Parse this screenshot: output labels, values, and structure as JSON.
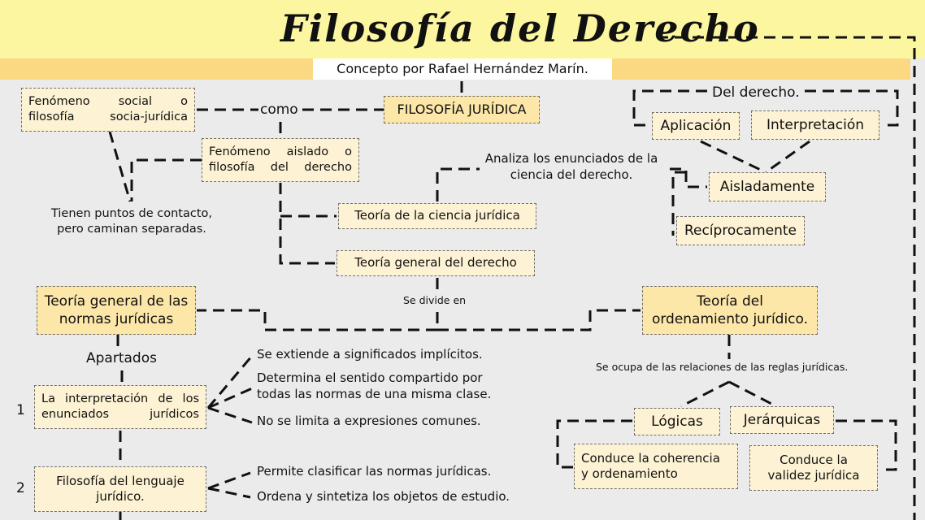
{
  "header": {
    "title": "Filosofía del Derecho",
    "subtitle": "Concepto por Rafael Hernández Marín."
  },
  "nodes": {
    "fenomeno_social": "Fenómeno social o filosofía socia-jurídica",
    "como": "como",
    "filosofia_juridica": "FILOSOFÍA JURÍDICA",
    "del_derecho": "Del derecho.",
    "aplicacion": "Aplicación",
    "interpretacion": "Interpretación",
    "fenomeno_aislado": "Fenómeno aislado o filosofía del derecho",
    "analiza": "Analiza los enunciados de la ciencia del derecho.",
    "aisladamente": "Aisladamente",
    "reciprocamente": "Recíprocamente",
    "puntos_contacto": "Tienen puntos de contacto, pero caminan separadas.",
    "teoria_ciencia": "Teoría de la ciencia jurídica",
    "teoria_general_derecho": "Teoría general del derecho",
    "se_divide": "Se divide en",
    "teoria_normas": "Teoría general de las normas jurídicas",
    "teoria_ordenamiento": "Teoría del ordenamiento jurídico.",
    "apartados": "Apartados",
    "se_extiende": "Se extiende a significados implícitos.",
    "determina": "Determina el sentido compartido por todas las normas de una misma clase.",
    "no_se_limita": "No se limita a expresiones comunes.",
    "se_ocupa": "Se ocupa de las relaciones de las reglas jurídicas.",
    "num_1": "1",
    "interpretacion_enunciados": "La interpretación de los enunciados jurídicos",
    "logicas": "Lógicas",
    "jerarquicas": "Jerárquicas",
    "conduce_coherencia": "Conduce la coherencia y ordenamiento",
    "conduce_validez": "Conduce la validez jurídica",
    "num_2": "2",
    "filosofia_lenguaje": "Filosofía del lenguaje jurídico.",
    "permite": "Permite clasificar las normas jurídicas.",
    "ordena": "Ordena y sintetiza los objetos de estudio."
  }
}
